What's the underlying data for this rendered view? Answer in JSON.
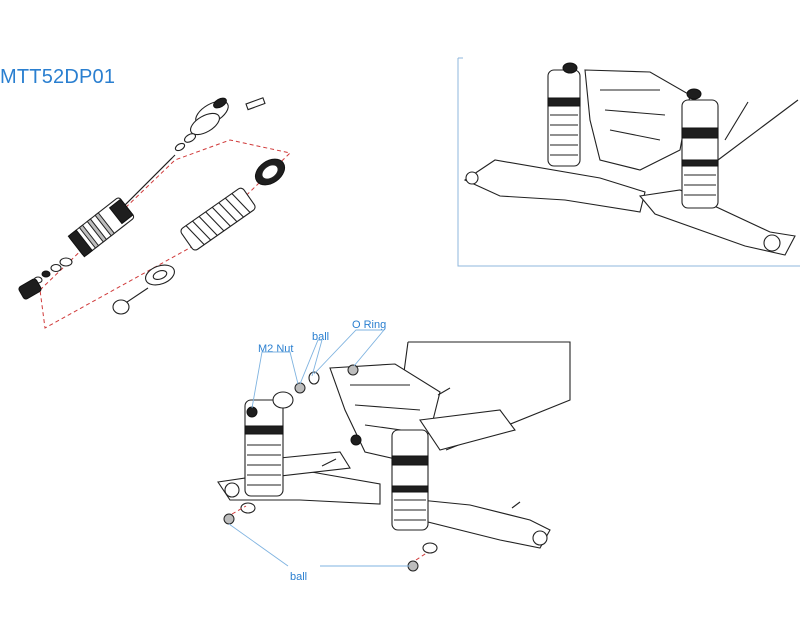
{
  "part_code": "MTT52DP01",
  "callouts": {
    "m2_nut": "M2 Nut",
    "ball_top": "ball",
    "o_ring": "O Ring",
    "ball_bottom": "ball"
  },
  "colors": {
    "label_blue": "#2a7fd0",
    "leader_blue": "#7fb3e0",
    "group_dash_red": "#d03a3a",
    "frame_blue": "#8fb7dc"
  }
}
